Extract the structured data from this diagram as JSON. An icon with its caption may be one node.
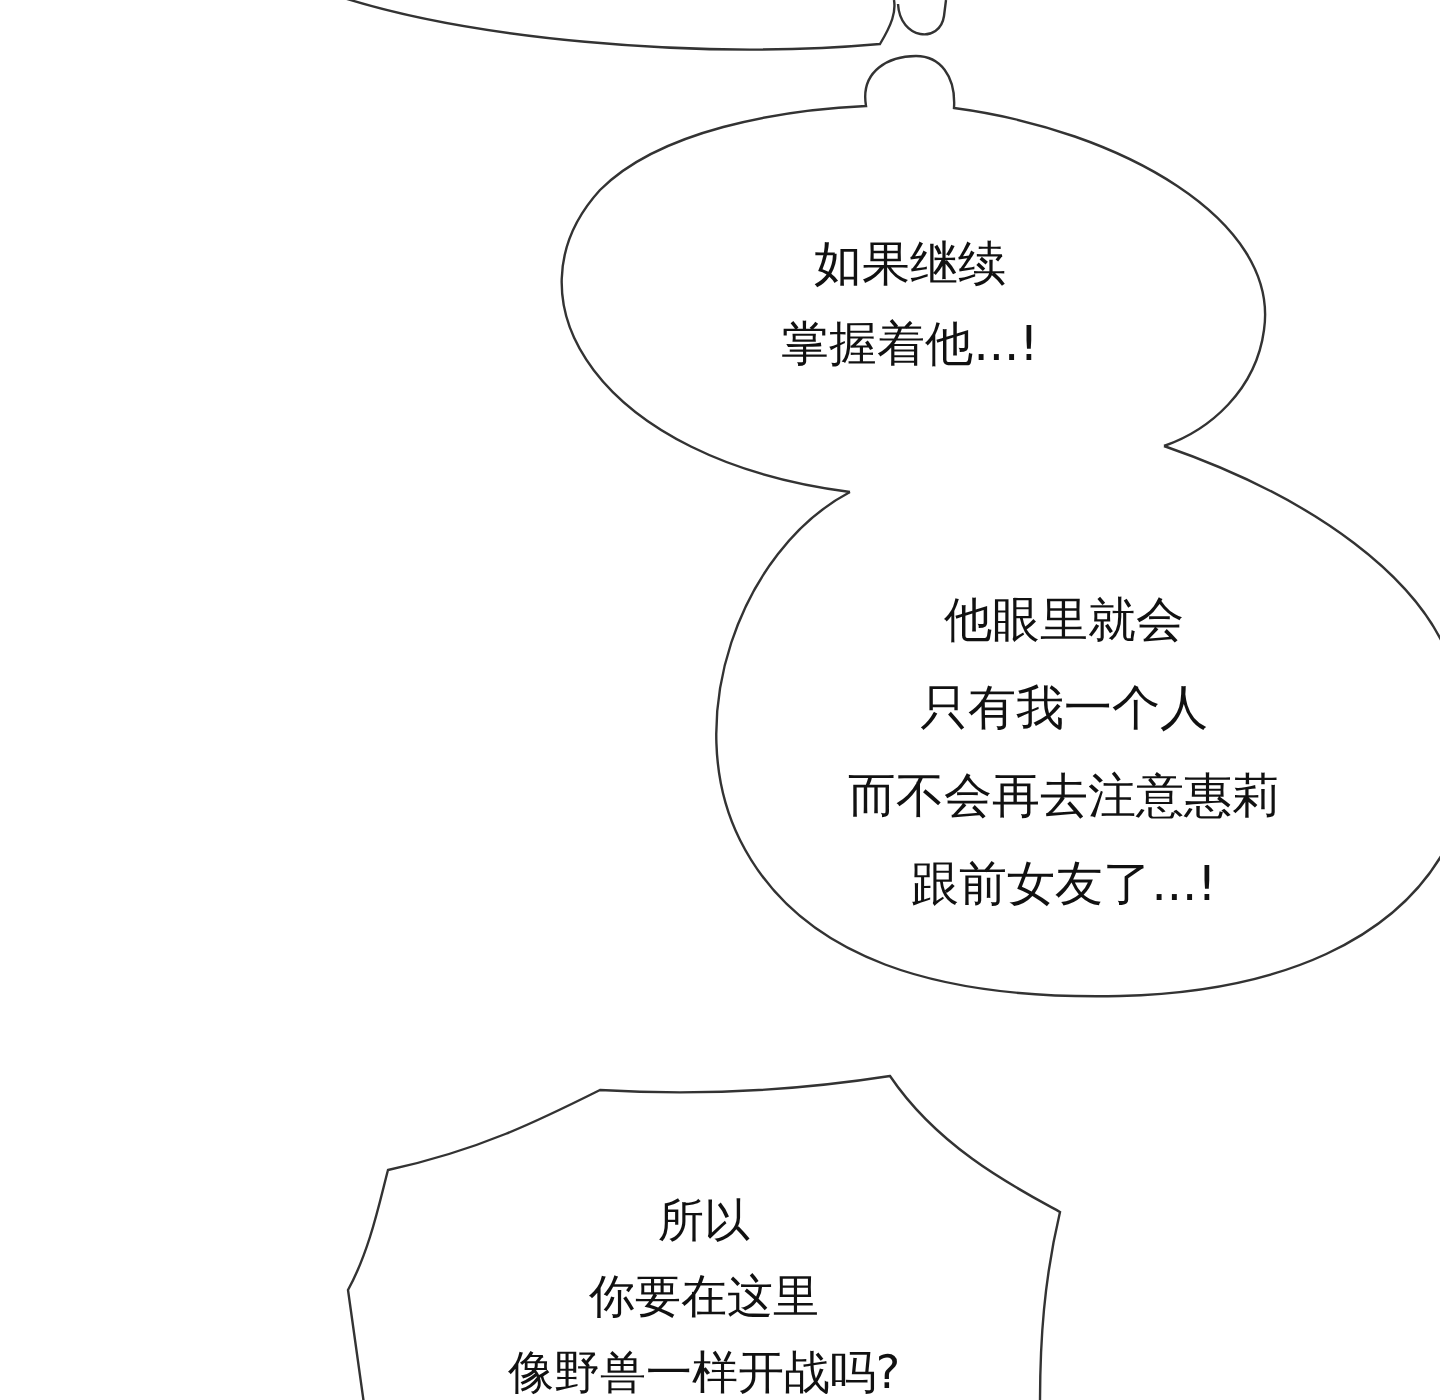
{
  "diagram": {
    "nodes": [
      {
        "text": [],
        "shape": "oval"
      },
      {
        "text": [
          "如果继续掌握着他...!"
        ]
      },
      {
        "text": [
          "他眼里就会只有我一个人而不会再去注意惠莉跟前女友了...!"
        ]
      },
      {
        "text": [
          "所以你要在这里像野兽一样开战吗?"
        ]
      }
    ]
  }
}
